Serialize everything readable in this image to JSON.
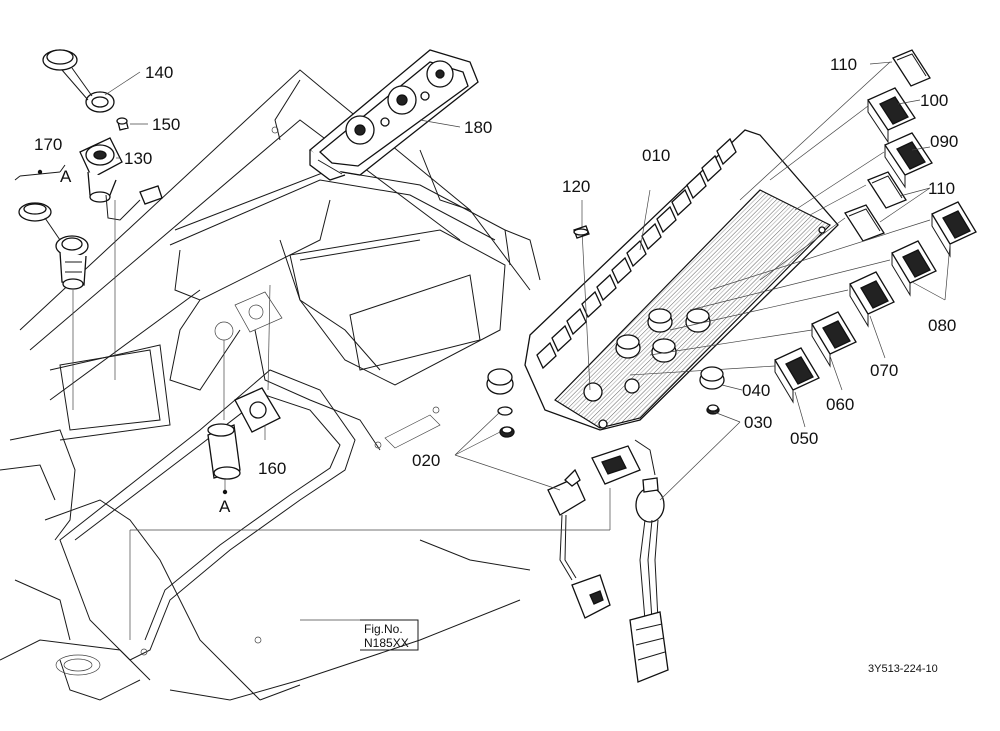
{
  "drawing": {
    "reference_code": "3Y513-224-10",
    "figure_label": "Fig.No.",
    "figure_number": "N185XX",
    "connector_label": "A"
  },
  "callouts": {
    "c010": "010",
    "c020": "020",
    "c030": "030",
    "c040": "040",
    "c050": "050",
    "c060": "060",
    "c070": "070",
    "c080": "080",
    "c090": "090",
    "c100": "100",
    "c110a": "110",
    "c110b": "110",
    "c120": "120",
    "c130": "130",
    "c140": "140",
    "c150": "150",
    "c160": "160",
    "c170": "170",
    "c180": "180"
  }
}
